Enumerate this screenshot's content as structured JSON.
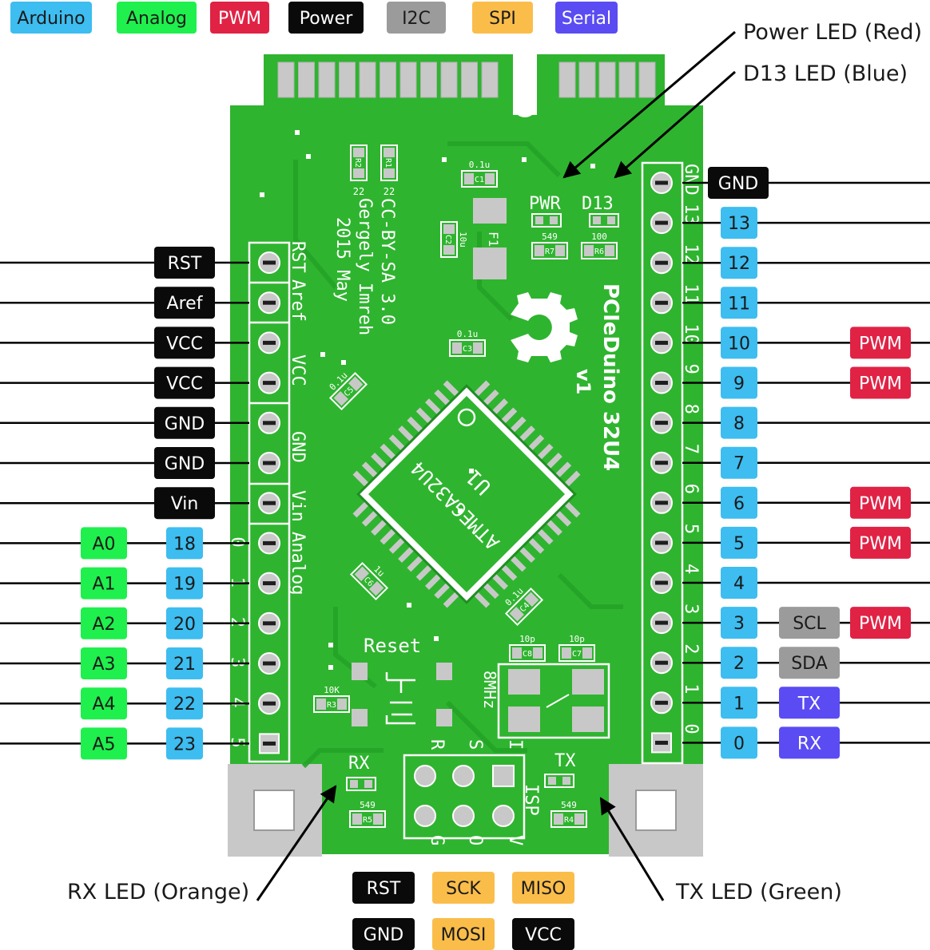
{
  "legend": [
    {
      "label": "Arduino",
      "color": "#3dbdf0",
      "text_color": "#1a1a1a"
    },
    {
      "label": "Analog",
      "color": "#1ff04d",
      "text_color": "#1a1a1a"
    },
    {
      "label": "PWM",
      "color": "#e02245",
      "text_color": "#ffffff"
    },
    {
      "label": "Power",
      "color": "#0a0a0a",
      "text_color": "#ffffff"
    },
    {
      "label": "I2C",
      "color": "#9b9b9b",
      "text_color": "#1a1a1a"
    },
    {
      "label": "SPI",
      "color": "#fbbd4a",
      "text_color": "#1a1a1a"
    },
    {
      "label": "Serial",
      "color": "#5a4cf2",
      "text_color": "#ffffff"
    }
  ],
  "colors": {
    "board": "#2fb42f",
    "board_dark": "#1e8f22",
    "silk": "#ffffff",
    "pad": "#c0c0c0"
  },
  "board": {
    "title": "PCIeDuino 32U4",
    "version": "v1",
    "chip": "ATMEGA32U4",
    "chip_ref": "U1",
    "license": "CC-BY-SA 3.0",
    "author": "Gergely Imreh",
    "date": "2015 May",
    "reset": "Reset",
    "crystal": "8MHz",
    "isp": "ISP",
    "pwr_led": "PWR",
    "d13_led": "D13",
    "rx_led": "RX",
    "tx_led": "TX",
    "fuse": "F1",
    "parts": {
      "r1": "R1",
      "r2": "R2",
      "r1v": "22",
      "r2v": "22",
      "c1": "C1",
      "c1v": "0.1u",
      "c2": "C2",
      "c2v": "10u",
      "c3": "C3",
      "c3v": "0.1u",
      "c4": "C4",
      "c4v": "0.1u",
      "c5": "C5",
      "c5v": "0.1u",
      "c6": "C6",
      "c6v": "1u",
      "c7": "C7",
      "c7v": "10p",
      "c8": "C8",
      "c8v": "10p",
      "r3": "R3",
      "r3v": "10K",
      "r4": "R4",
      "r4v": "549",
      "r5": "R5",
      "r5v": "549",
      "r6": "R6",
      "r6v": "100",
      "r7": "R7",
      "r7v": "549"
    },
    "left_silk": [
      "RST",
      "Aref",
      "VCC",
      "GND",
      "Vin",
      "Analog"
    ],
    "left_silk_nums": [
      "0",
      "1",
      "2",
      "3",
      "4",
      "5"
    ],
    "right_silk": [
      "GND",
      "13",
      "12",
      "11",
      "10",
      "9",
      "8",
      "7",
      "6",
      "5",
      "4",
      "3",
      "2",
      "1",
      "0"
    ],
    "isp_top": [
      "R",
      "S",
      "I"
    ],
    "isp_bottom": [
      "G",
      "O",
      "V"
    ]
  },
  "left_pins": [
    {
      "label": "RST",
      "type": "Power"
    },
    {
      "label": "Aref",
      "type": "Power"
    },
    {
      "label": "VCC",
      "type": "Power"
    },
    {
      "label": "VCC",
      "type": "Power"
    },
    {
      "label": "GND",
      "type": "Power"
    },
    {
      "label": "GND",
      "type": "Power"
    },
    {
      "label": "Vin",
      "type": "Power"
    },
    {
      "label": "18",
      "type": "Arduino",
      "analog": "A0"
    },
    {
      "label": "19",
      "type": "Arduino",
      "analog": "A1"
    },
    {
      "label": "20",
      "type": "Arduino",
      "analog": "A2"
    },
    {
      "label": "21",
      "type": "Arduino",
      "analog": "A3"
    },
    {
      "label": "22",
      "type": "Arduino",
      "analog": "A4"
    },
    {
      "label": "23",
      "type": "Arduino",
      "analog": "A5"
    }
  ],
  "right_pins": [
    {
      "label": "GND",
      "type": "Power",
      "extra": []
    },
    {
      "label": "13",
      "type": "Arduino",
      "extra": []
    },
    {
      "label": "12",
      "type": "Arduino",
      "extra": []
    },
    {
      "label": "11",
      "type": "Arduino",
      "extra": []
    },
    {
      "label": "10",
      "type": "Arduino",
      "extra": [
        {
          "label": "PWM",
          "type": "PWM",
          "slot": 2
        }
      ]
    },
    {
      "label": "9",
      "type": "Arduino",
      "extra": [
        {
          "label": "PWM",
          "type": "PWM",
          "slot": 2
        }
      ]
    },
    {
      "label": "8",
      "type": "Arduino",
      "extra": []
    },
    {
      "label": "7",
      "type": "Arduino",
      "extra": []
    },
    {
      "label": "6",
      "type": "Arduino",
      "extra": [
        {
          "label": "PWM",
          "type": "PWM",
          "slot": 2
        }
      ]
    },
    {
      "label": "5",
      "type": "Arduino",
      "extra": [
        {
          "label": "PWM",
          "type": "PWM",
          "slot": 2
        }
      ]
    },
    {
      "label": "4",
      "type": "Arduino",
      "extra": []
    },
    {
      "label": "3",
      "type": "Arduino",
      "extra": [
        {
          "label": "SCL",
          "type": "I2C",
          "slot": 1
        },
        {
          "label": "PWM",
          "type": "PWM",
          "slot": 2
        }
      ]
    },
    {
      "label": "2",
      "type": "Arduino",
      "extra": [
        {
          "label": "SDA",
          "type": "I2C",
          "slot": 1
        }
      ]
    },
    {
      "label": "1",
      "type": "Arduino",
      "extra": [
        {
          "label": "TX",
          "type": "Serial",
          "slot": 1
        }
      ]
    },
    {
      "label": "0",
      "type": "Arduino",
      "extra": [
        {
          "label": "RX",
          "type": "Serial",
          "slot": 1
        }
      ]
    }
  ],
  "isp_pins": [
    [
      {
        "label": "RST",
        "type": "Power"
      },
      {
        "label": "SCK",
        "type": "SPI"
      },
      {
        "label": "MISO",
        "type": "SPI"
      }
    ],
    [
      {
        "label": "GND",
        "type": "Power"
      },
      {
        "label": "MOSI",
        "type": "SPI"
      },
      {
        "label": "VCC",
        "type": "Power"
      }
    ]
  ],
  "callouts": {
    "power_led": "Power LED (Red)",
    "d13_led": "D13 LED (Blue)",
    "rx_led": "RX LED (Orange)",
    "tx_led": "TX LED (Green)"
  }
}
